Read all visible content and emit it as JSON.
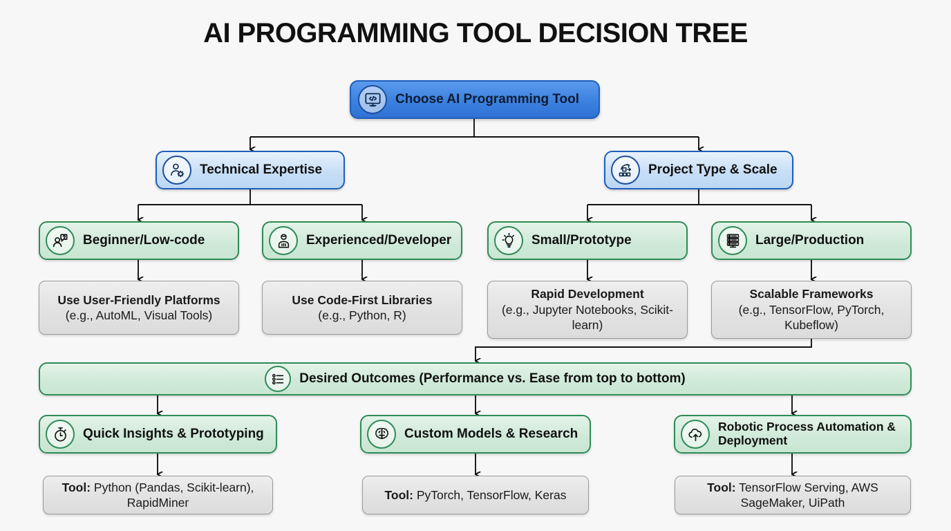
{
  "title": "AI PROGRAMMING TOOL DECISION TREE",
  "colors": {
    "background": "#f7f7f7",
    "blue_root_fill": "#3d82e0",
    "blue_border": "#1f5dbb",
    "blue_node_fill": "#c7def6",
    "green_fill": "#cfe9d8",
    "green_border": "#2e8b57",
    "gray_fill": "#e2e2e2",
    "gray_border": "#9a9a9a",
    "edge": "#111111",
    "title_color": "#111111"
  },
  "nodes": {
    "root": {
      "label": "Choose AI Programming Tool",
      "icon": "monitor-code-icon"
    },
    "criteria": [
      {
        "label": "Technical Expertise",
        "icon": "user-gear-icon"
      },
      {
        "label": "Project Type & Scale",
        "icon": "scale-blocks-icon"
      }
    ],
    "categories": [
      {
        "label": "Beginner/Low-code",
        "icon": "user-question-icon"
      },
      {
        "label": "Experienced/Developer",
        "icon": "developer-icon"
      },
      {
        "label": "Small/Prototype",
        "icon": "lightbulb-icon"
      },
      {
        "label": "Large/Production",
        "icon": "server-icon"
      }
    ],
    "recommendations": [
      {
        "headline": "Use User-Friendly Platforms",
        "detail": "(e.g., AutoML, Visual Tools)"
      },
      {
        "headline": "Use Code-First Libraries",
        "detail": "(e.g., Python, R)"
      },
      {
        "headline": "Rapid Development",
        "detail": "(e.g., Jupyter Notebooks, Scikit-learn)"
      },
      {
        "headline": "Scalable Frameworks",
        "detail": "(e.g., TensorFlow, PyTorch, Kubeflow)"
      }
    ],
    "outcomes_bar": {
      "label": "Desired Outcomes (Performance vs. Ease from top to bottom)",
      "icon": "checklist-icon"
    },
    "outcomes": [
      {
        "label": "Quick Insights & Prototyping",
        "icon": "stopwatch-icon"
      },
      {
        "label": "Custom Models & Research",
        "icon": "brain-icon"
      },
      {
        "label": "Robotic Process Automation & Deployment",
        "icon": "cloud-upload-icon"
      }
    ],
    "tools": [
      {
        "prefix": "Tool:",
        "value": "Python (Pandas, Scikit-learn), RapidMiner"
      },
      {
        "prefix": "Tool:",
        "value": "PyTorch, TensorFlow, Keras"
      },
      {
        "prefix": "Tool:",
        "value": "TensorFlow Serving, AWS SageMaker, UiPath"
      }
    ]
  }
}
